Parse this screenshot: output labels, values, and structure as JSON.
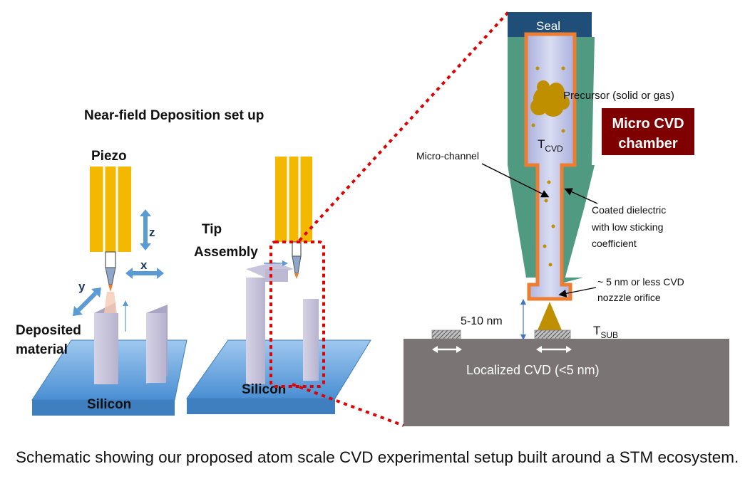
{
  "labels": {
    "setup_title": "Near-field Deposition set up",
    "piezo": "Piezo",
    "axis_z": "z",
    "axis_x": "x",
    "axis_y": "y",
    "tip_line1": "Tip",
    "tip_line2": "Assembly",
    "deposited_line1": "Deposited",
    "deposited_line2": "material",
    "silicon_left": "Silicon",
    "silicon_right": "Silicon",
    "seal": "Seal",
    "precursor": "Precursor (solid or gas)",
    "micro_cvd_line1": "Micro CVD",
    "micro_cvd_line2": "chamber",
    "t_cvd_main": "T",
    "t_cvd_sub": "CVD",
    "micro_channel": "Micro-channel",
    "coated_line1": "Coated dielectric",
    "coated_line2": "with low sticking",
    "coated_line3": "coefficient",
    "orifice_line1": "~ 5 nm or less CVD",
    "orifice_line2": "nozzzle orifice",
    "gap": "5-10 nm",
    "t_sub_main": "T",
    "t_sub_sub": "SUB",
    "localized": "Localized CVD (<5 nm)"
  },
  "caption": "Schematic showing our proposed atom scale CVD experimental setup built around a STM ecosystem.",
  "colors": {
    "piezo_gold": "#f5b800",
    "chamber_green": "#4f9a80",
    "seal_navy": "#1f4e79",
    "nozzle_orange": "#ed7d31",
    "channel_lavender": "#c9cce9",
    "precursor_gold": "#bf8f00",
    "label_maroon": "#7f0000",
    "substrate_gray": "#7a7574",
    "zoom_red": "#e00000",
    "silicon_blue": "#5b9bd5"
  }
}
